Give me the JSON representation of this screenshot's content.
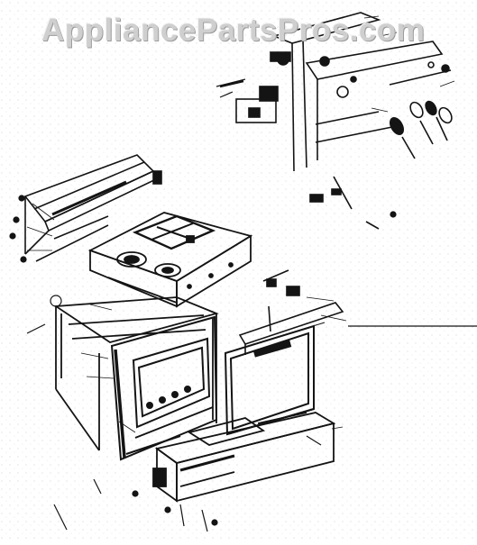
{
  "watermark": {
    "text": "AppliancePartsPros.com"
  },
  "colors": {
    "ink": "#141414",
    "paper": "#ffffff",
    "watermark": "#cfcfcf"
  },
  "diagram": {
    "parts": [
      {
        "id": "cooktop"
      },
      {
        "id": "left-burner-grate"
      },
      {
        "id": "right-burner-grate"
      },
      {
        "id": "cooktop-frame"
      },
      {
        "id": "backguard"
      },
      {
        "id": "oven-body"
      },
      {
        "id": "oven-door-frame"
      },
      {
        "id": "oven-door-panel"
      },
      {
        "id": "storage-drawer"
      },
      {
        "id": "control-manifold"
      },
      {
        "id": "burner-valves"
      },
      {
        "id": "side-panel"
      },
      {
        "id": "door-handle"
      },
      {
        "id": "divider-line"
      }
    ]
  }
}
